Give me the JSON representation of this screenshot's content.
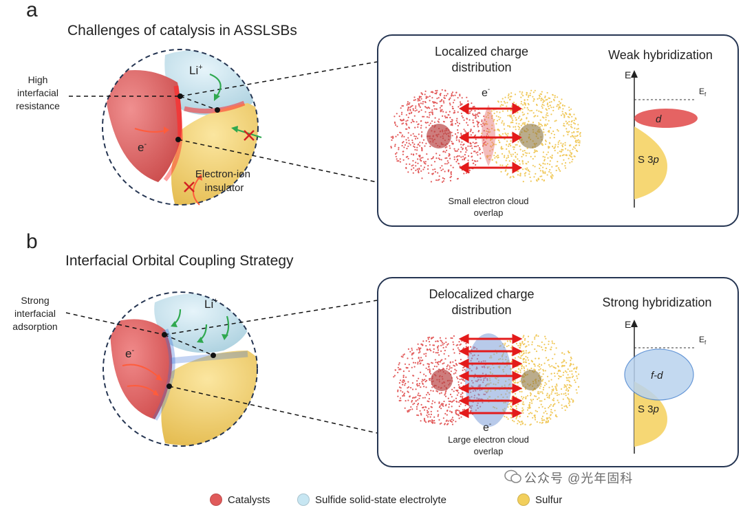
{
  "panel_a": {
    "letter": "a",
    "title": "Challenges of catalysis in ASSLSBs",
    "side_label": [
      "High",
      "interfacial",
      "resistance"
    ],
    "sphere": {
      "li": "Li",
      "li_sup": "+",
      "e": "e",
      "e_sup": "-",
      "insulator": [
        "Electron-ion",
        "insulator"
      ]
    },
    "box": {
      "charge_title": [
        "Localized charge",
        "distribution"
      ],
      "electron": "e",
      "electron_sup": "-",
      "cloud_caption": [
        "Small electron cloud",
        "overlap"
      ],
      "hyb_title": "Weak hybridization",
      "energy_axis": "E",
      "fermi": "E",
      "fermi_sub": "f",
      "band_d": "d",
      "band_s": "S 3",
      "band_s_italic": "p"
    }
  },
  "panel_b": {
    "letter": "b",
    "title": "Interfacial Orbital Coupling Strategy",
    "side_label": [
      "Strong",
      "interfacial",
      "adsorption"
    ],
    "sphere": {
      "li": "Li",
      "li_sup": "+",
      "e": "e",
      "e_sup": "-"
    },
    "box": {
      "charge_title": [
        "Delocalized charge",
        "distribution"
      ],
      "electron": "e",
      "electron_sup": "-",
      "cloud_caption": [
        "Large electron cloud",
        "overlap"
      ],
      "hyb_title": "Strong hybridization",
      "energy_axis": "E",
      "fermi": "E",
      "fermi_sub": "f",
      "band_fd": "f-d",
      "band_s": "S 3",
      "band_s_italic": "p"
    }
  },
  "legend": [
    {
      "label": "Catalysts",
      "color": "#e05a5a"
    },
    {
      "label": "Sulfide solid-state electrolyte",
      "color": "#c7e6f2"
    },
    {
      "label": "Sulfur",
      "color": "#f2cf5c"
    }
  ],
  "watermark": "公众号 @光年固科",
  "colors": {
    "red": "#e44848",
    "yellow": "#f0cf66",
    "blue": "#bfe0ee",
    "navy": "#253552",
    "arrow": "#e31b1b",
    "green": "#2fa84f"
  }
}
